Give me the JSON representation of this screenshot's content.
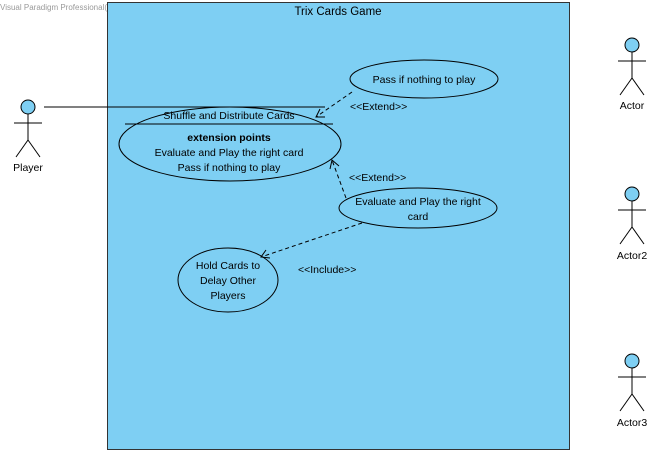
{
  "watermark": "Visual Paradigm Professional(Khalid Joraid(Sheridan College))",
  "system": {
    "title": "Trix Cards Game",
    "fill": "#7ecff3",
    "stroke": "#333333"
  },
  "actors": [
    {
      "id": "player",
      "label": "Player"
    },
    {
      "id": "actor1",
      "label": "Actor"
    },
    {
      "id": "actor2",
      "label": "Actor2"
    },
    {
      "id": "actor3",
      "label": "Actor3"
    }
  ],
  "actor_head_color": "#7ecff3",
  "use_cases": {
    "shuffle": {
      "name": "Shuffle and Distribute Cards",
      "ext_heading": "extension points",
      "ext_points": [
        "Evaluate and Play the right card",
        "Pass if nothing to play"
      ]
    },
    "pass": {
      "lines": [
        "Pass if nothing to play"
      ]
    },
    "evaluate": {
      "lines": [
        "Evaluate and Play the right",
        "card"
      ]
    },
    "hold": {
      "lines": [
        "Hold Cards to",
        "Delay Other",
        "Players"
      ]
    }
  },
  "relations": [
    {
      "id": "extend-pass",
      "label": "<<Extend>>"
    },
    {
      "id": "extend-evaluate",
      "label": "<<Extend>>"
    },
    {
      "id": "include-hold",
      "label": "<<Include>>"
    }
  ]
}
